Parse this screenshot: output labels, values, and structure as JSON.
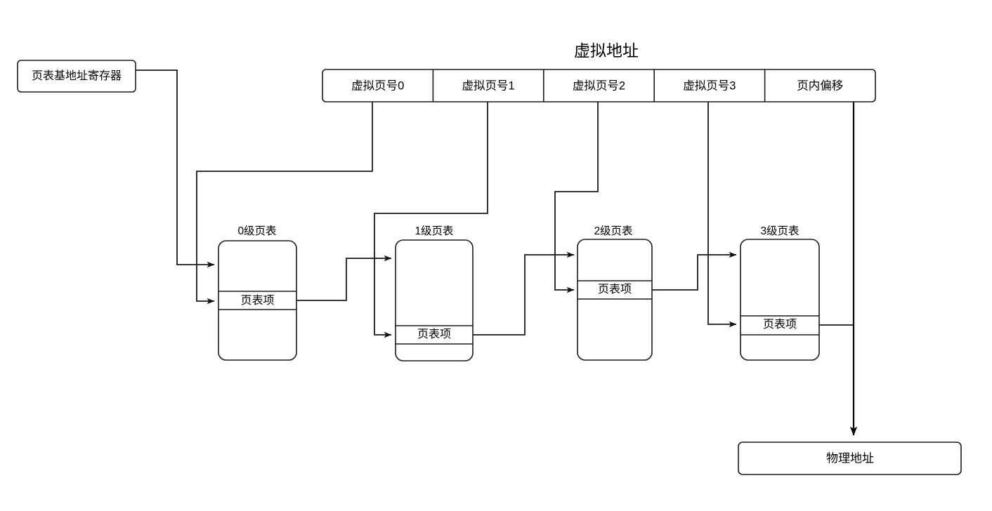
{
  "diagram": {
    "title": "虚拟地址",
    "base_register": {
      "label": "页表基地址寄存器"
    },
    "virtual_address": {
      "title": "虚拟地址",
      "segments": [
        {
          "label": "虚拟页号0"
        },
        {
          "label": "虚拟页号1"
        },
        {
          "label": "虚拟页号2"
        },
        {
          "label": "虚拟页号3"
        },
        {
          "label": "页内偏移"
        }
      ]
    },
    "page_tables": [
      {
        "caption": "0级页表",
        "entry_label": "页表项"
      },
      {
        "caption": "1级页表",
        "entry_label": "页表项"
      },
      {
        "caption": "2级页表",
        "entry_label": "页表项"
      },
      {
        "caption": "3级页表",
        "entry_label": "页表项"
      }
    ],
    "physical_address": {
      "label": "物理地址"
    },
    "colors": {
      "stroke": "#1a1a1a",
      "background": "#ffffff",
      "text": "#000000"
    }
  }
}
